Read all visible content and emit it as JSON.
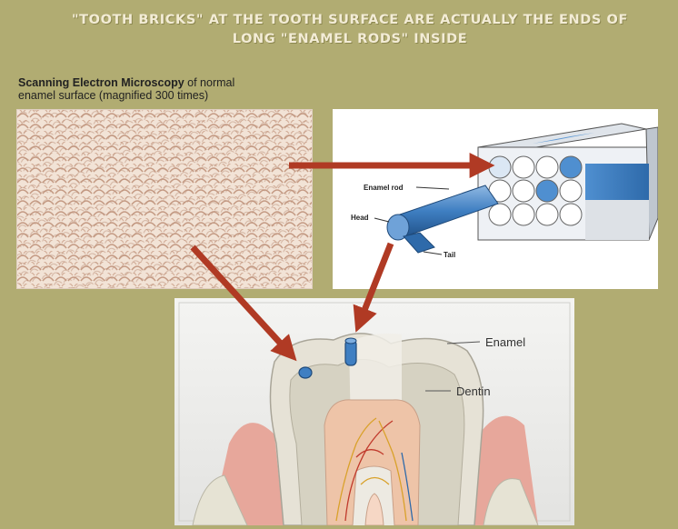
{
  "title": {
    "line1": "\"TOOTH BRICKS\" AT THE TOOTH SURFACE ARE ACTUALLY THE ENDS OF",
    "line2": "LONG \"ENAMEL RODS\" INSIDE"
  },
  "caption": {
    "bold": "Scanning Electron Microscopy",
    "line1_rest": " of normal",
    "line2": "enamel surface (magnified 300 times)"
  },
  "rod_diagram": {
    "label_rod": "Enamel rod",
    "label_head": "Head",
    "label_tail": "Tail"
  },
  "tooth_diagram": {
    "label_enamel": "Enamel",
    "label_dentin": "Dentin"
  },
  "colors": {
    "background": "#b1ac72",
    "arrow": "#b03a24",
    "rod_blue": "#3f7fc2",
    "enamel": "#e6e2d6",
    "gum": "#e7a79b"
  }
}
